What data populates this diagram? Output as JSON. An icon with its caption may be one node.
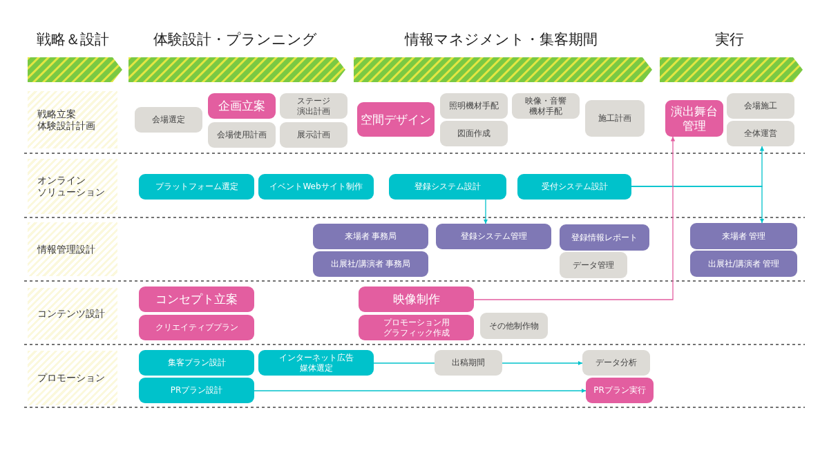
{
  "diagram": {
    "nodes": [
      {
        "text": [
          "戦略＆設計"
        ]
      },
      {
        "text": [
          "体験設計・プランニング"
        ]
      },
      {
        "text": [
          "情報マネジメント・集客期間"
        ]
      },
      {
        "text": [
          "実行"
        ]
      },
      {
        "text": [
          "戦略立案",
          "体験設計計画"
        ]
      },
      {
        "text": [
          "オンライン",
          "ソリューション"
        ]
      },
      {
        "text": [
          "情報管理設計"
        ]
      },
      {
        "text": [
          "コンテンツ設計"
        ]
      },
      {
        "text": [
          "プロモーション"
        ]
      },
      {
        "text": [
          "会場選定"
        ]
      },
      {
        "text": [
          "企画立案"
        ]
      },
      {
        "text": [
          "ステージ演出計画"
        ]
      },
      {
        "text": [
          "会場使用計画"
        ]
      },
      {
        "text": [
          "展示計画"
        ]
      },
      {
        "text": [
          "空間デザイン"
        ]
      },
      {
        "text": [
          "照明機材手配"
        ]
      },
      {
        "text": [
          "映像・音響機材手配"
        ]
      },
      {
        "text": [
          "図面作成"
        ]
      },
      {
        "text": [
          "施工計画"
        ]
      },
      {
        "text": [
          "演出舞台管理"
        ]
      },
      {
        "text": [
          "会場施工"
        ]
      },
      {
        "text": [
          "全体運営"
        ]
      },
      {
        "text": [
          "プラットフォーム選定"
        ]
      },
      {
        "text": [
          "イベントWebサイト制作"
        ]
      },
      {
        "text": [
          "登録システム設計"
        ]
      },
      {
        "text": [
          "受付システム設計"
        ]
      },
      {
        "text": [
          "来場者 事務局"
        ]
      },
      {
        "text": [
          "登録システム管理"
        ]
      },
      {
        "text": [
          "登録情報レポート"
        ]
      },
      {
        "text": [
          "出展社/講演者 事務局"
        ]
      },
      {
        "text": [
          "データ管理"
        ]
      },
      {
        "text": [
          "来場者 管理"
        ]
      },
      {
        "text": [
          "出展社/講演者 管理"
        ]
      },
      {
        "text": [
          "コンセプト立案"
        ]
      },
      {
        "text": [
          "映像制作"
        ]
      },
      {
        "text": [
          "クリエイティブプラン"
        ]
      },
      {
        "text": [
          "プロモーション用グラフィック作成"
        ]
      },
      {
        "text": [
          "その他制作物"
        ]
      },
      {
        "text": [
          "集客プラン設計"
        ]
      },
      {
        "text": [
          "インターネット広告媒体選定"
        ]
      },
      {
        "text": [
          "出稿期間"
        ]
      },
      {
        "text": [
          "データ分析"
        ]
      },
      {
        "text": [
          "PRプラン設計"
        ]
      },
      {
        "text": [
          "PRプラン実行"
        ]
      }
    ],
    "edges": [
      {
        "from": 24,
        "to": 27,
        "arrow": "to"
      },
      {
        "from": 25,
        "to": 21,
        "arrow": "to"
      },
      {
        "from": 25,
        "to": 31,
        "arrow": "to"
      },
      {
        "from": 34,
        "to": 19,
        "arrow": "to",
        "color": "#e35ea0"
      },
      {
        "from": 39,
        "to": 40,
        "arrow": "none"
      },
      {
        "from": 40,
        "to": 41,
        "arrow": "to"
      },
      {
        "from": 42,
        "to": 43,
        "arrow": "to"
      }
    ]
  }
}
